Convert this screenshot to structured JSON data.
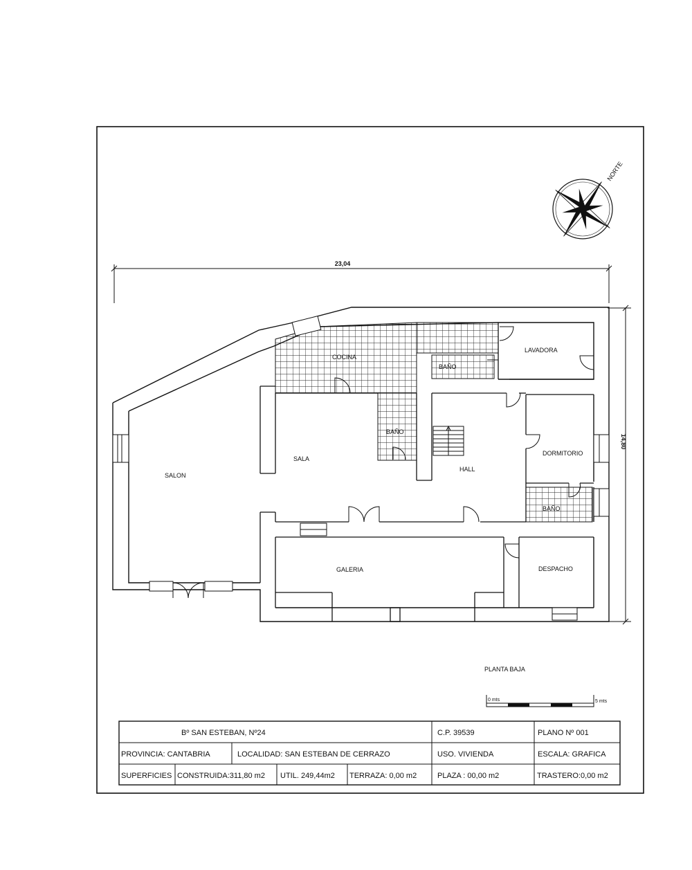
{
  "compass": {
    "north_label": "NORTE"
  },
  "dimensions": {
    "width": "23,04",
    "height": "14,80"
  },
  "rooms": {
    "cocina": "COCINA",
    "lavadora": "LAVADORA",
    "bano_1": "BAÑO",
    "bano_2": "BAÑO",
    "bano_3": "BAÑO",
    "sala": "SALA",
    "salon": "SALON",
    "hall": "HALL",
    "dormitorio": "DORMITORIO",
    "galeria": "GALERIA",
    "despacho": "DESPACHO"
  },
  "plan_title": "PLANTA BAJA",
  "scale_bar": {
    "start": "0 mts",
    "end": "5 mts"
  },
  "title_block": {
    "address": "Bº SAN ESTEBAN, Nº24",
    "cp": "C.P. 39539",
    "plano": "PLANO Nº 001",
    "provincia": "PROVINCIA: CANTABRIA",
    "localidad": "LOCALIDAD: SAN ESTEBAN DE CERRAZO",
    "uso": "USO. VIVIENDA",
    "escala": "ESCALA: GRAFICA",
    "superficies": "SUPERFICIES",
    "construida": "CONSTRUIDA:311,80 m2",
    "util": "UTIL. 249,44m2",
    "terraza": "TERRAZA: 0,00 m2",
    "plaza": "PLAZA : 00,00 m2",
    "trastero": "TRASTERO:0,00 m2"
  }
}
